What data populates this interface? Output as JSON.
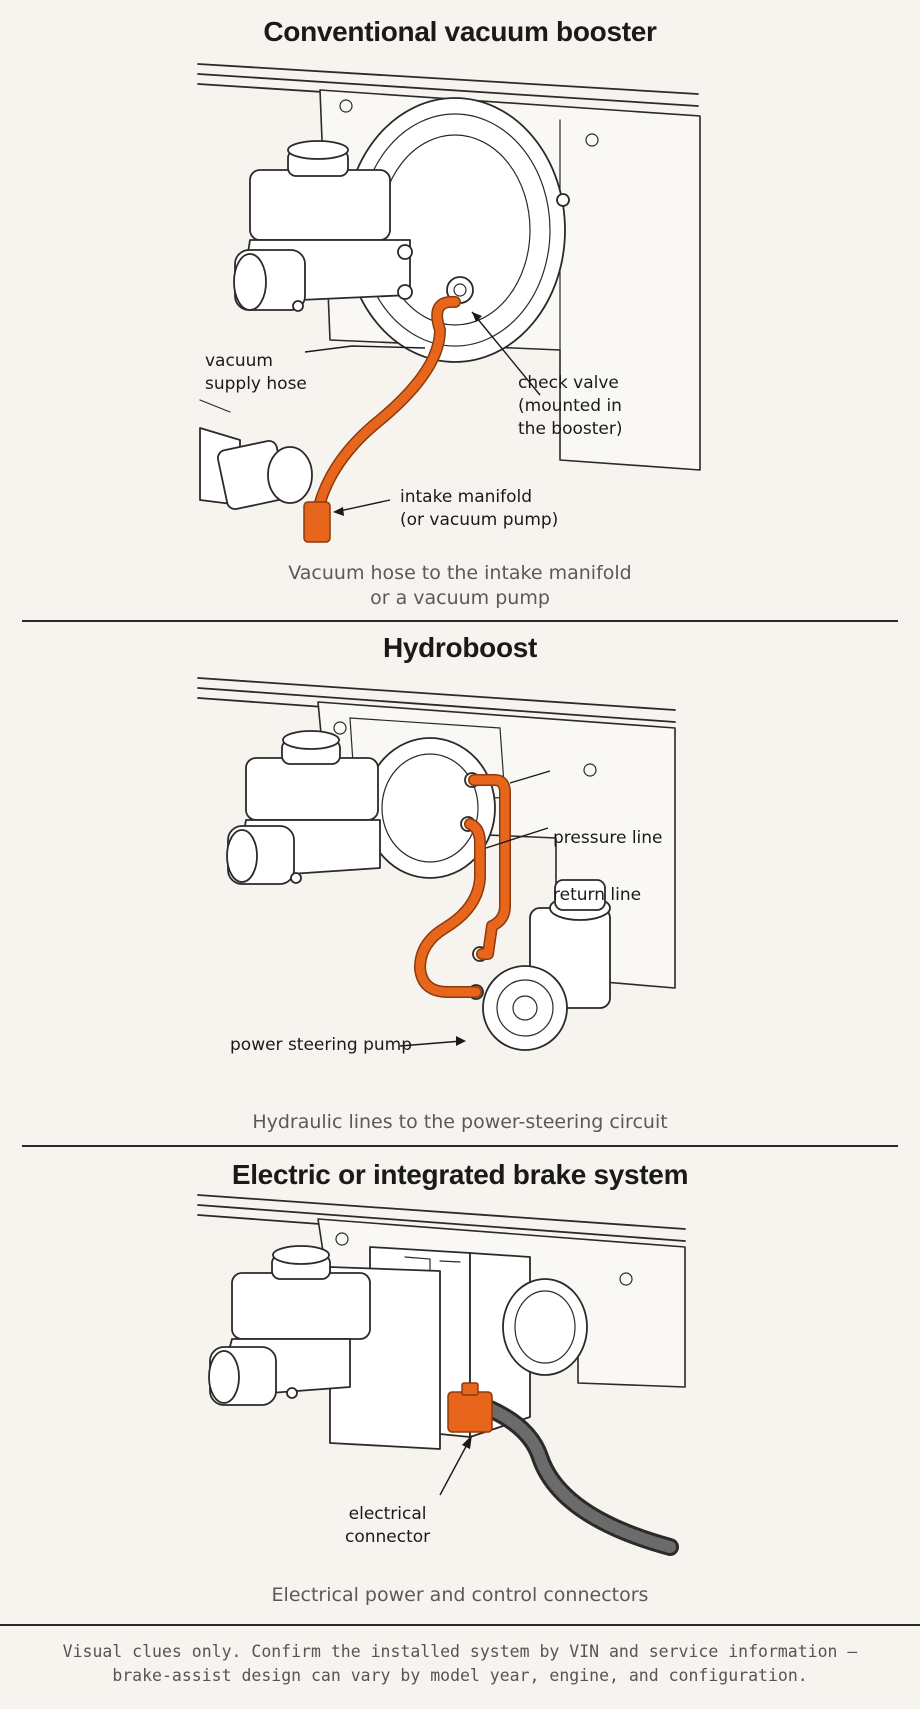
{
  "sections": [
    {
      "title": "Conventional vacuum booster",
      "labels": {
        "hose": "vacuum\nsupply hose",
        "valve": "check valve\n(mounted in\nthe booster)",
        "manifold": "intake manifold\n(or vacuum pump)"
      },
      "caption": "Vacuum hose to the intake manifold\nor a vacuum pump"
    },
    {
      "title": "Hydroboost",
      "labels": {
        "pressure": "pressure line",
        "return": "return line",
        "pump": "power steering pump"
      },
      "caption": "Hydraulic lines to the power-steering circuit"
    },
    {
      "title": "Electric or integrated brake system",
      "labels": {
        "connector": "electrical\nconnector"
      },
      "caption": "Electrical power and control connectors"
    }
  ],
  "footer": "Visual clues only. Confirm the installed system by VIN and service information —\nbrake-assist design can vary by model year, engine, and configuration.",
  "colors": {
    "highlight": "#e8661c",
    "background": "#f7f3ee",
    "ink": "#2a2a2a"
  }
}
